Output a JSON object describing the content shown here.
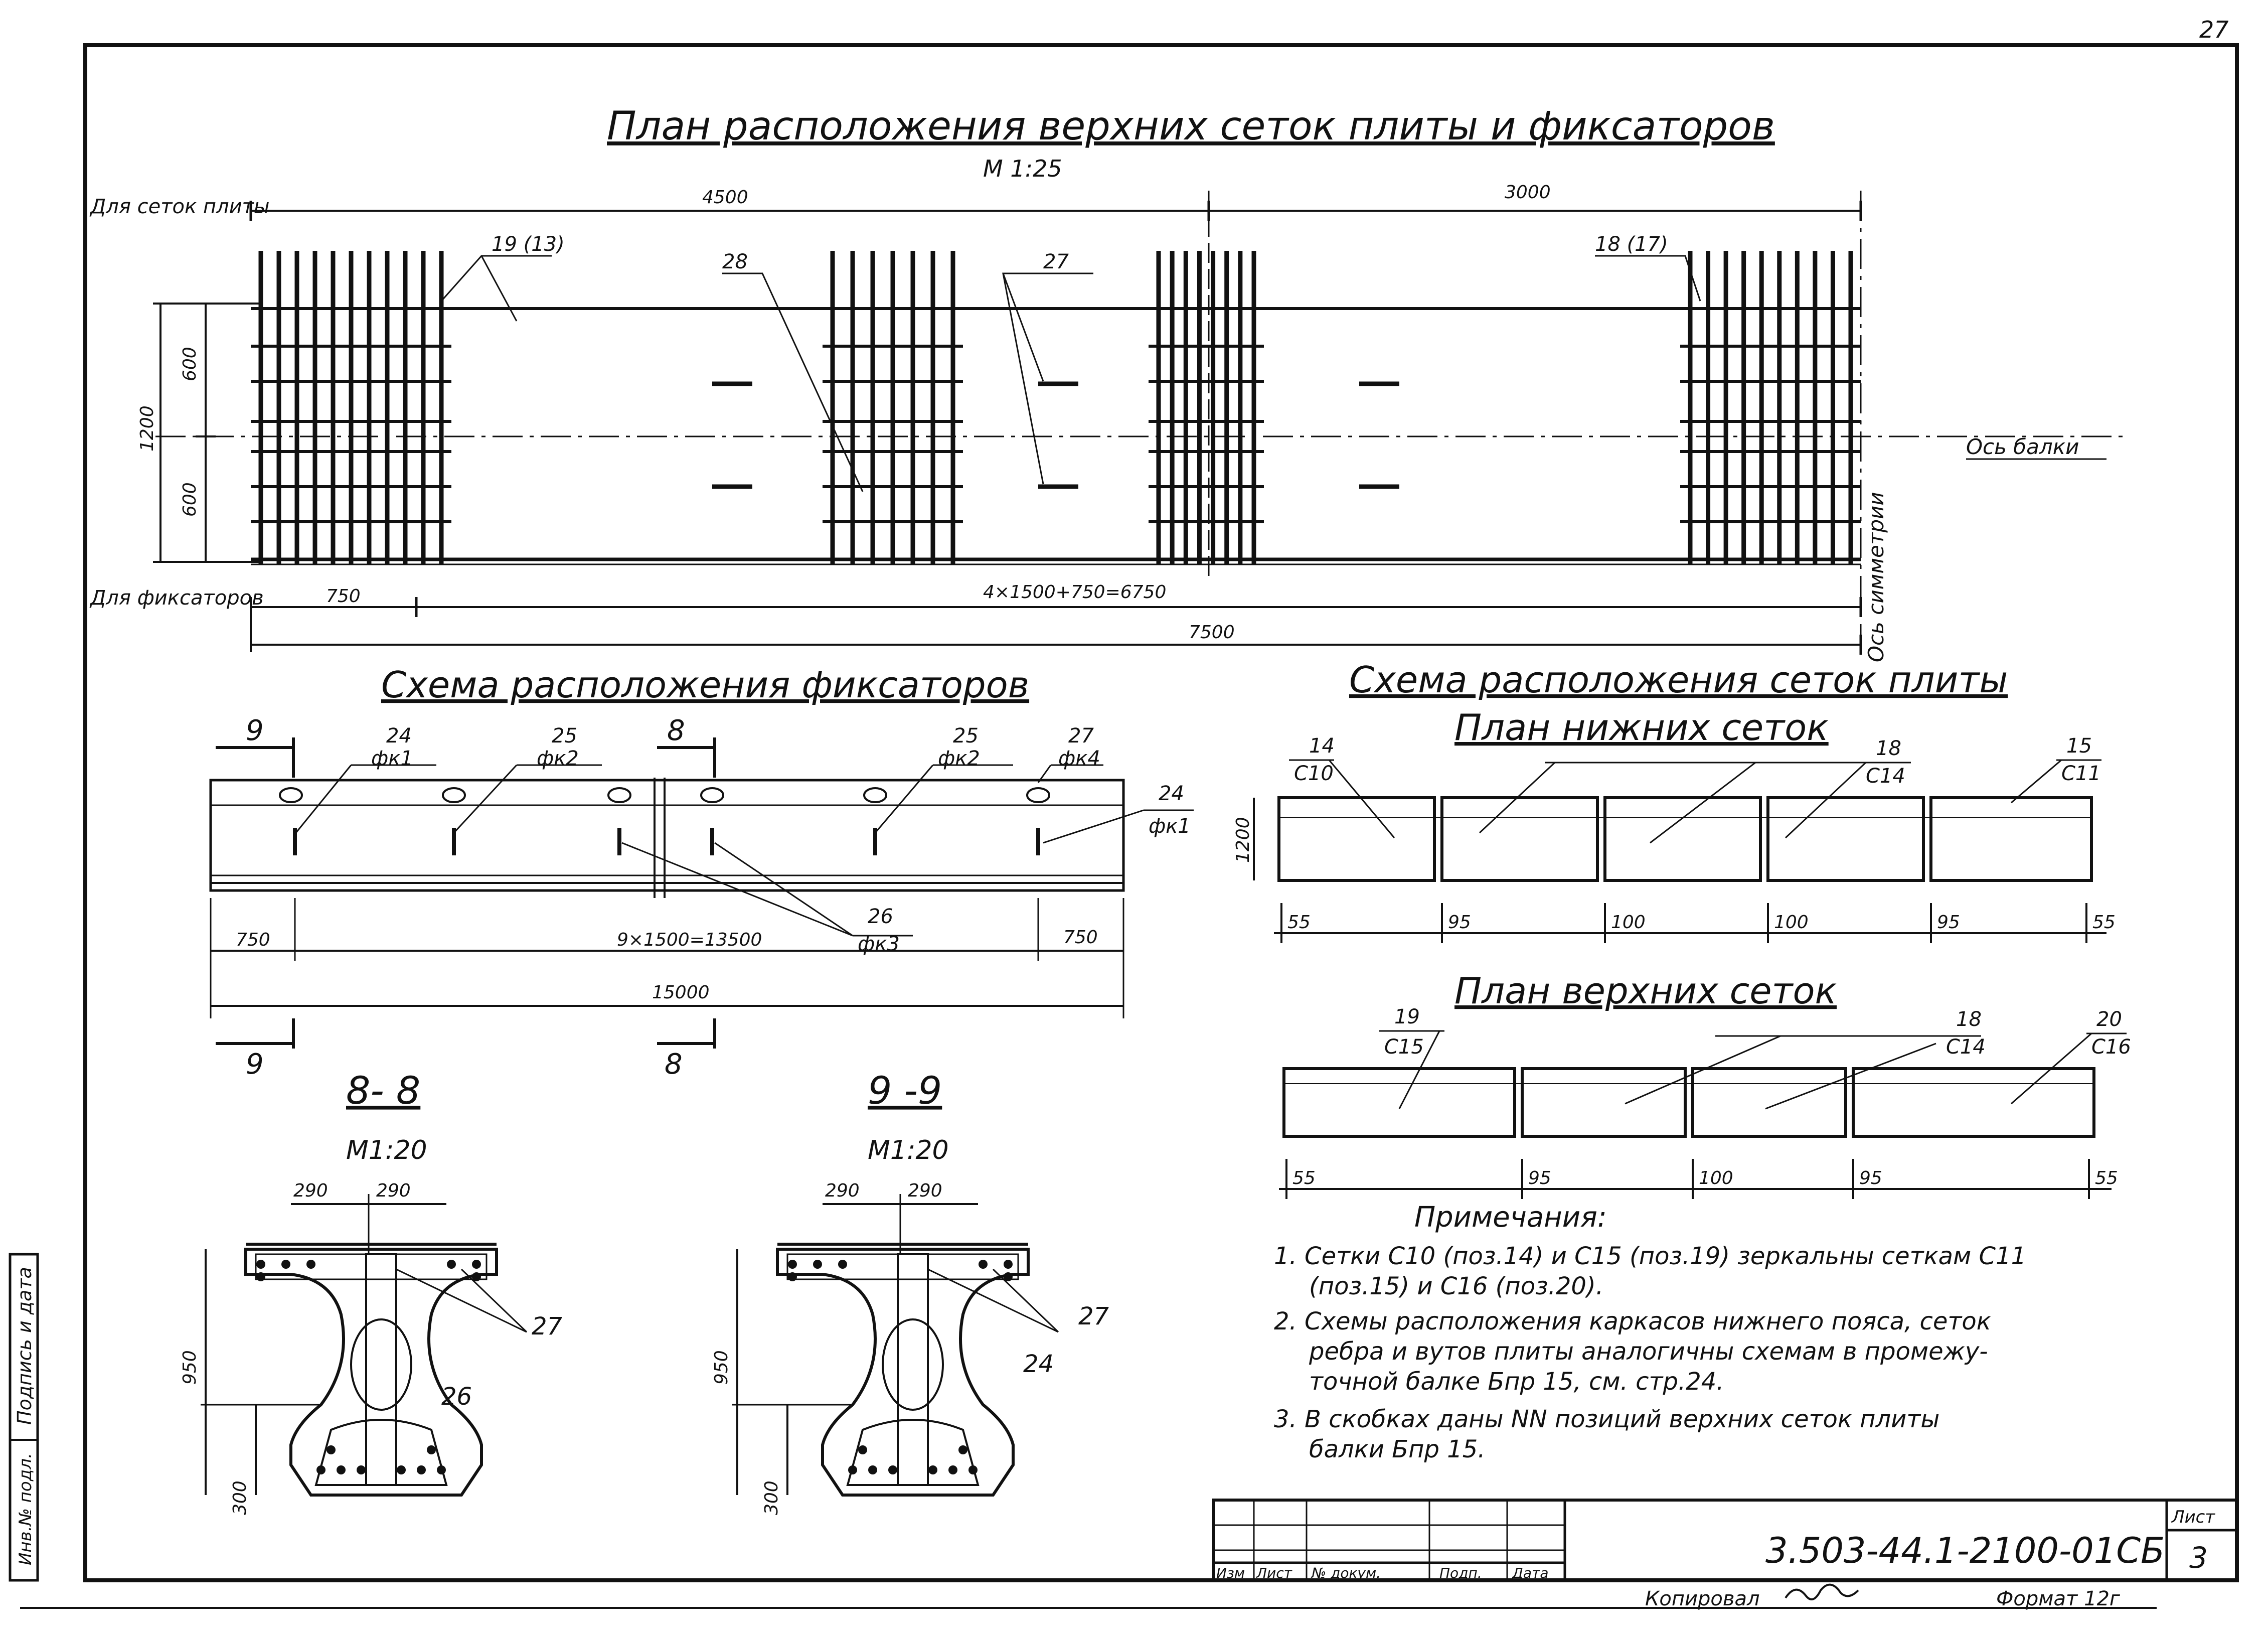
{
  "sheet": {
    "corner_mark": "27",
    "sheet_label": "Лист",
    "sheet_number": "3",
    "code": "3.503-44.1-2100-01СБ",
    "copied_label": "Копировал",
    "format_label": "Формат 12г",
    "side_stamp": "Подпись и дата",
    "side_stamp2": "Инв.№ подл."
  },
  "title_block": {
    "cols": [
      "Изм",
      "Лист",
      "№ докум.",
      "Подп.",
      "Дата"
    ]
  },
  "top_plan": {
    "title": "План расположения верхних сеток плиты и фиксаторов",
    "scale": "М 1:25",
    "left_label_top": "Для сеток плиты",
    "left_label_bottom": "Для фиксаторов",
    "dim_4500": "4500",
    "dim_3000": "3000",
    "dim_1200": "1200",
    "dim_600a": "600",
    "dim_600b": "600",
    "dim_750": "750",
    "dim_sum": "4×1500+750=6750",
    "dim_7500": "7500",
    "pos_19": "19 (13)",
    "pos_28": "28",
    "pos_27": "27",
    "pos_18": "18 (17)",
    "beam_axis": "Ось балки",
    "sym_axis": "Ось симметрии"
  },
  "fixator_scheme": {
    "title": "Схема расположения фиксаторов",
    "sec9": "9",
    "sec8": "8",
    "p24": "24",
    "fk1": "фк1",
    "p25a": "25",
    "fk2a": "фк2",
    "p25b": "25",
    "fk2b": "фк2",
    "p27": "27",
    "fk4": "фк4",
    "p24r": "24",
    "fk1r": "фк1",
    "p26": "26",
    "fk3": "фк3",
    "d750a": "750",
    "d_mid": "9×1500=13500",
    "d750b": "750",
    "d_total": "15000"
  },
  "mesh_scheme": {
    "title": "Схема расположения сеток плиты",
    "lower_title": "План нижних сеток",
    "upper_title": "План верхних сеток",
    "lower": {
      "p14": "14",
      "c10": "С10",
      "p18": "18",
      "c14": "С14",
      "p15": "15",
      "c11": "С11",
      "h1200": "1200",
      "dims": [
        "55",
        "95",
        "100",
        "100",
        "95",
        "55"
      ]
    },
    "upper": {
      "p19": "19",
      "c15": "С15",
      "p18": "18",
      "c14": "С14",
      "p20": "20",
      "c16": "С16",
      "dims": [
        "55",
        "95",
        "100",
        "95",
        "55"
      ]
    }
  },
  "sections": {
    "s88": {
      "title": "8- 8",
      "scale": "М1:20",
      "w1": "290",
      "w2": "290",
      "h950": "950",
      "h300": "300",
      "p27": "27",
      "p26": "26"
    },
    "s99": {
      "title": "9 -9",
      "scale": "М1:20",
      "w1": "290",
      "w2": "290",
      "h950": "950",
      "h300": "300",
      "p27": "27",
      "p24": "24"
    }
  },
  "notes": {
    "heading": "Примечания:",
    "n1a": "1. Сетки С10 (поз.14) и С15 (поз.19) зеркальны сеткам С11",
    "n1b": "(поз.15) и С16 (поз.20).",
    "n2a": "2. Схемы расположения каркасов нижнего пояса, сеток",
    "n2b": "ребра и вутов плиты аналогичны схемам в промежу-",
    "n2c": "точной балке Бпр 15, см. стр.24.",
    "n3a": "3. В скобках даны NN позиций верхних сеток плиты",
    "n3b": "балки Бпр 15."
  }
}
